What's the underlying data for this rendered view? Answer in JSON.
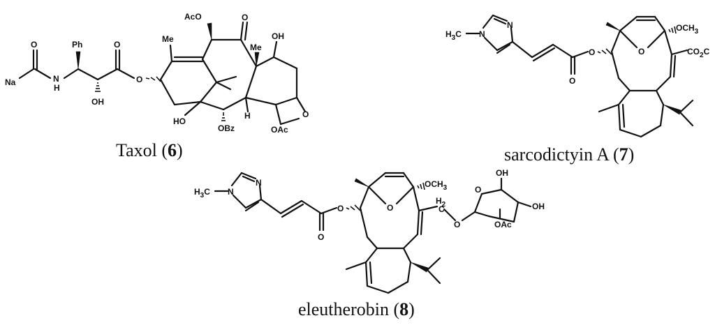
{
  "figure": {
    "compounds": [
      {
        "key": "taxol",
        "name": "Taxol",
        "number": "6",
        "atom_labels": {
          "na": "Na",
          "o_carbonyl_1": "O",
          "nh": "N",
          "h_of_nh": "H",
          "ph": "Ph",
          "o_carbonyl_2": "O",
          "oh_side": "OH",
          "o_ester": "O",
          "me_1": "Me",
          "aco_top": "AcO",
          "o_ketone": "O",
          "me_2": "Me",
          "oh_right": "OH",
          "ho_bottom": "HO",
          "obz": "OBz",
          "h_ring": "H",
          "o_oxetane": "O",
          "oac_bottom": "OAc"
        }
      },
      {
        "key": "sarcodictyin",
        "name": "sarcodictyin A",
        "number": "7",
        "atom_labels": {
          "h3c": "H",
          "h3c_sub": "3",
          "h3c_c": "C",
          "n_methyl": "N",
          "n_ring": "N",
          "o_ester": "O",
          "o_carbonyl": "O",
          "o_bridge": "O",
          "ome": "OCH",
          "ome_sub": "3",
          "co2c": "CO",
          "co2c_sub": "2",
          "co2c_end": "C"
        }
      },
      {
        "key": "eleutherobin",
        "name": "eleutherobin",
        "number": "8",
        "atom_labels": {
          "h3c": "H",
          "h3c_sub": "3",
          "h3c_c": "C",
          "n_methyl": "N",
          "n_ring": "N",
          "o_ester": "O",
          "o_carbonyl": "O",
          "o_bridge": "O",
          "ome": "OCH",
          "ome_sub": "3",
          "h2": "H",
          "h2_sub": "2",
          "h2_c": "C",
          "o_glyco": "O",
          "o_sugar_ring": "O",
          "oh_top": "OH",
          "oh_right": "OH",
          "oac": "OAc"
        }
      }
    ]
  }
}
